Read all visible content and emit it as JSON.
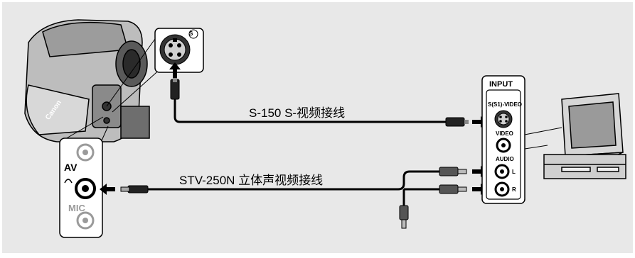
{
  "labels": {
    "s_video_cable": "S-150 S-视频接线",
    "av_cable": "STV-250N 立体声视频接线",
    "input_header": "INPUT",
    "s_video_jack": "S(S1)-VIDEO",
    "video_jack": "VIDEO",
    "audio_jack": "AUDIO",
    "audio_left": "L",
    "audio_right": "R",
    "av_terminal": "AV",
    "mic_terminal": "MIC",
    "s_symbol": "S",
    "camera_brand": "Canon"
  },
  "colors": {
    "background": "#e8e8e8",
    "outline": "#000000",
    "panel": "#ffffff",
    "grey_jack": "#9a9a9a"
  }
}
